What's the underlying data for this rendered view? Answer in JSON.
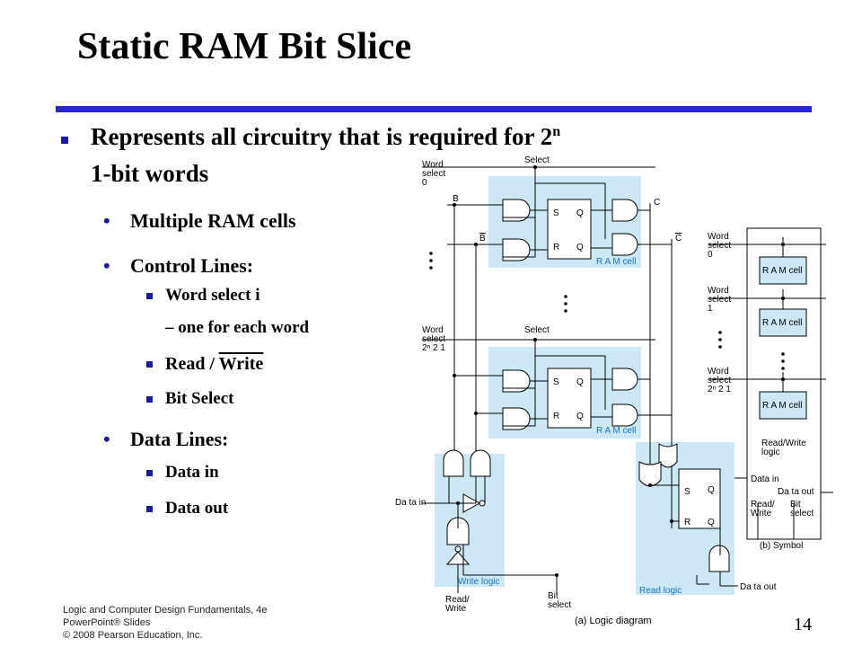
{
  "title": "Static RAM Bit Slice",
  "bullets": {
    "main_line1": "Represents all circuitry that is required for 2",
    "main_sup": "n",
    "main_line2": "1-bit words",
    "multiple_cells": "Multiple RAM cells",
    "control_lines": "Control Lines:",
    "word_select": "Word select i",
    "word_select_sub": "– one for each word",
    "read": "Read",
    "slash": " / ",
    "write": "Write",
    "bit_select": "Bit Select",
    "data_lines": "Data Lines:",
    "data_in": "Data in",
    "data_out": "Data out"
  },
  "diagram": {
    "word_select_0": [
      "Word",
      "select",
      "0"
    ],
    "word_select_n": [
      "Word",
      "select",
      "2ⁿ 2 1"
    ],
    "select": "Select",
    "b": "B",
    "b_bar": "B",
    "c": "C",
    "c_bar": "C",
    "s": "S",
    "r": "R",
    "q": "Q",
    "q_bar": "Q",
    "ram_cell": "R A M cell",
    "data_in": "Da ta in",
    "write_logic": "Write logic",
    "read_write": [
      "Read/",
      "Write"
    ],
    "bit_select": [
      "Bit",
      "select"
    ],
    "read_logic": "Read logic",
    "data_out": "Da ta out",
    "caption_a": "(a) Logic diagram",
    "sym_word_select_0": [
      "Word",
      "select",
      "0"
    ],
    "sym_word_select_1": [
      "Word",
      "select",
      "1"
    ],
    "sym_word_select_n": [
      "Word",
      "select",
      "2ⁿ 2 1"
    ],
    "sym_ram_cell": "R A M cell",
    "sym_rw_logic": [
      "Read/Write",
      "logic"
    ],
    "sym_data_in": "Data in",
    "sym_data_out": "Da ta out",
    "sym_read_write": [
      "Read/",
      "Write"
    ],
    "sym_bit_select": [
      "Bit",
      "select"
    ],
    "caption_b": "(b) Symbol"
  },
  "footer": {
    "line1": "Logic and Computer Design Fundamentals, 4e",
    "line2": "PowerPoint® Slides",
    "line3": "© 2008 Pearson Education, Inc."
  },
  "page_number": "14"
}
